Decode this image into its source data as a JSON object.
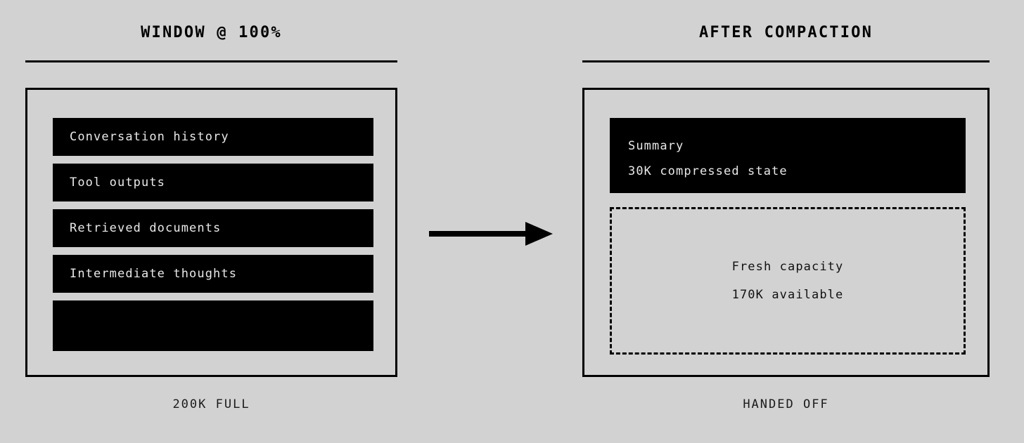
{
  "background_color": "#d2d2d2",
  "ink_color": "#000000",
  "block_text_color": "#e9e9e9",
  "left": {
    "title": "WINDOW @ 100%",
    "caption": "200K FULL",
    "bars": [
      {
        "label": "Conversation history"
      },
      {
        "label": "Tool outputs"
      },
      {
        "label": "Retrieved documents"
      },
      {
        "label": "Intermediate thoughts"
      },
      {
        "label": ""
      }
    ]
  },
  "right": {
    "title": "AFTER COMPACTION",
    "caption": "HANDED OFF",
    "summary": {
      "heading": "Summary",
      "detail": "30K compressed state"
    },
    "capacity": {
      "heading": "Fresh capacity",
      "detail": "170K available"
    }
  },
  "arrow": {
    "direction": "right",
    "icon": "arrow-right-icon"
  }
}
